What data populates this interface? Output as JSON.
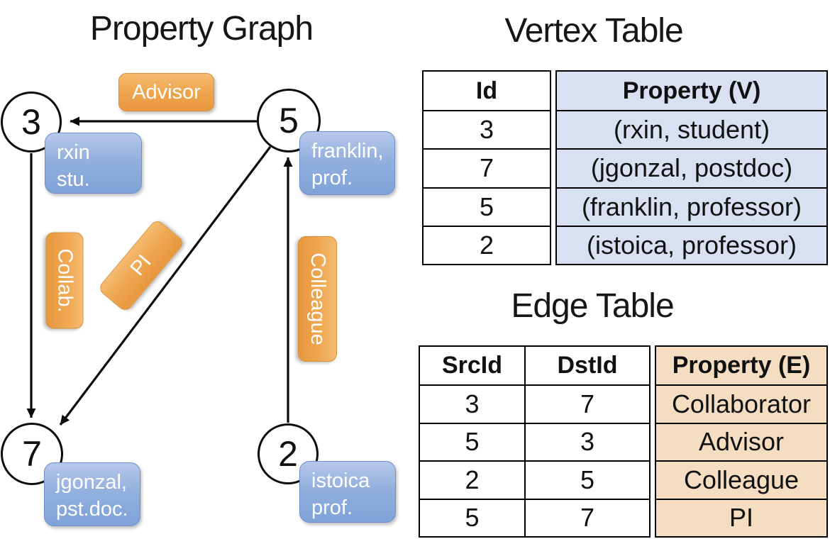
{
  "titles": {
    "graph": "Property Graph",
    "vertex_table": "Vertex Table",
    "edge_table": "Edge Table"
  },
  "graph": {
    "nodes": [
      {
        "id": "3",
        "label_line1": "rxin",
        "label_line2": "stu."
      },
      {
        "id": "5",
        "label_line1": "franklin,",
        "label_line2": "prof."
      },
      {
        "id": "7",
        "label_line1": "jgonzal,",
        "label_line2": "pst.doc."
      },
      {
        "id": "2",
        "label_line1": "istoica",
        "label_line2": "prof."
      }
    ],
    "edges": [
      {
        "label": "Advisor",
        "src": "5",
        "dst": "3"
      },
      {
        "label": "Collab.",
        "src": "3",
        "dst": "7"
      },
      {
        "label": "PI",
        "src": "5",
        "dst": "7"
      },
      {
        "label": "Colleague",
        "src": "2",
        "dst": "5"
      }
    ]
  },
  "vertex_table": {
    "columns": [
      "Id",
      "Property (V)"
    ],
    "rows": [
      [
        "3",
        "(rxin, student)"
      ],
      [
        "7",
        "(jgonzal, postdoc)"
      ],
      [
        "5",
        "(franklin, professor)"
      ],
      [
        "2",
        "(istoica, professor)"
      ]
    ]
  },
  "edge_table": {
    "columns": [
      "SrcId",
      "DstId",
      "Property (E)"
    ],
    "rows": [
      [
        "3",
        "7",
        "Collaborator"
      ],
      [
        "5",
        "3",
        "Advisor"
      ],
      [
        "2",
        "5",
        "Colleague"
      ],
      [
        "5",
        "7",
        "PI"
      ]
    ]
  },
  "colors": {
    "edge_label_fill": "#EFA751",
    "vertex_label_fill": "#93B0DE",
    "vertex_property_bg": "#D8E0F2",
    "edge_property_bg": "#F4DDC1",
    "line": "#0C0C0C",
    "text_on_labels": "#FFFFFF"
  }
}
